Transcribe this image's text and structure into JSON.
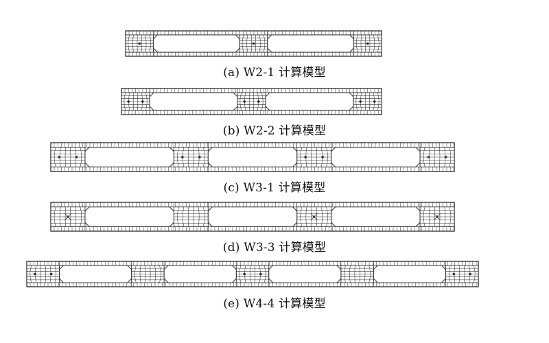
{
  "figure": {
    "panels": [
      {
        "id": "a",
        "caption": "(a) W2-1 计算模型",
        "piers": 3,
        "center_marks": [
          "dot",
          "dot",
          "dot"
        ]
      },
      {
        "id": "b",
        "caption": "(b) W2-2 计算模型",
        "piers": 3,
        "center_marks": [
          "pair",
          "pair",
          "pair"
        ]
      },
      {
        "id": "c",
        "caption": "(c) W3-1 计算模型",
        "piers": 4,
        "center_marks": [
          "pair",
          "pair",
          "pair",
          "pair"
        ]
      },
      {
        "id": "d",
        "caption": "(d) W3-3 计算模型",
        "piers": 4,
        "center_marks": [
          "cross",
          "none",
          "cross",
          "cross"
        ]
      },
      {
        "id": "e",
        "caption": "(e) W4-4 计算模型",
        "piers": 5,
        "center_marks": [
          "pair",
          "none",
          "pair",
          "none",
          "pair"
        ]
      }
    ],
    "colors": {
      "line": "#2a2a2a",
      "background": "#ffffff"
    }
  }
}
